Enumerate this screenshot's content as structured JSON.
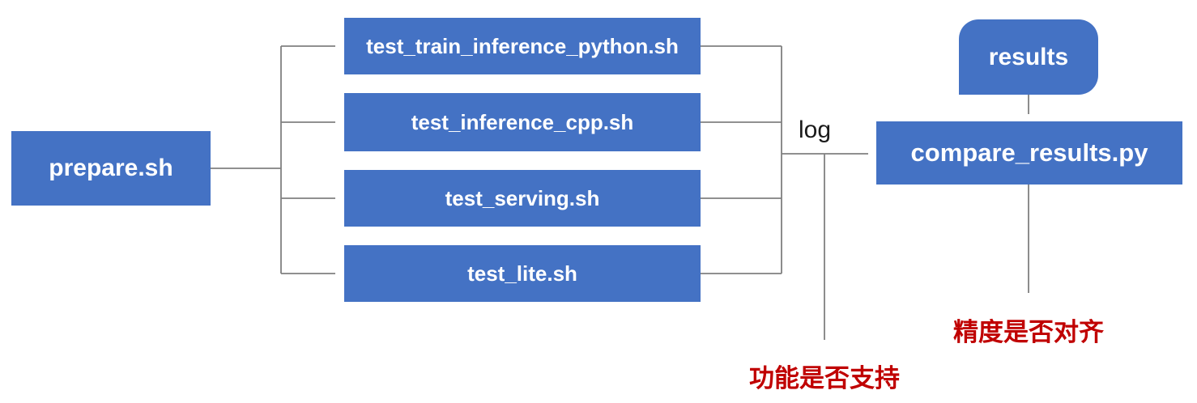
{
  "diagram": {
    "nodes": {
      "prepare": {
        "label": "prepare.sh"
      },
      "tests": [
        {
          "label": "test_train_inference_python.sh"
        },
        {
          "label": "test_inference_cpp.sh"
        },
        {
          "label": "test_serving.sh"
        },
        {
          "label": "test_lite.sh"
        }
      ],
      "results": {
        "label": "results"
      },
      "compare": {
        "label": "compare_results.py"
      }
    },
    "annotations": {
      "log_label": "log",
      "function_support": "功能是否支持",
      "precision_align": "精度是否对齐"
    },
    "colors": {
      "node_fill": "#4472C4",
      "node_text": "#ffffff",
      "arrow": "#808080",
      "annotation_red": "#C00000",
      "log_text": "#1a1a1a"
    }
  }
}
